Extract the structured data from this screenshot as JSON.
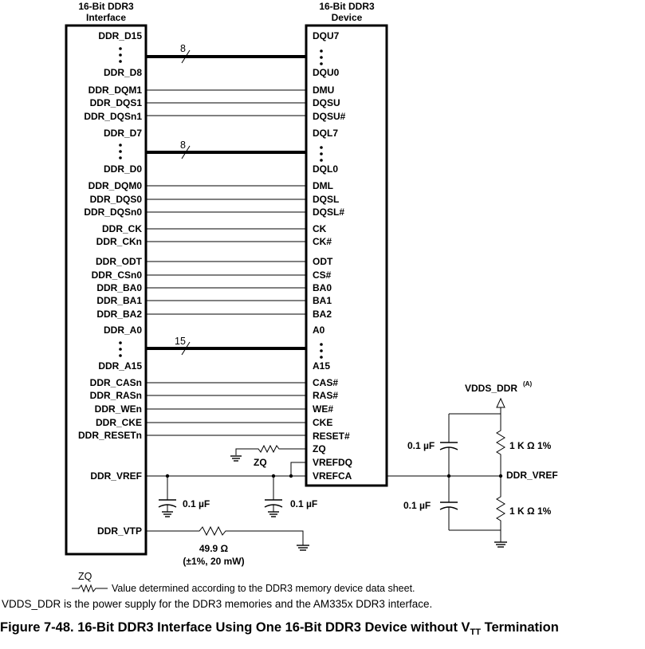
{
  "headers": {
    "left_line1": "16-Bit DDR3",
    "left_line2": "Interface",
    "right_line1": "16-Bit DDR3",
    "right_line2": "Device"
  },
  "left_pins": [
    "DDR_D15",
    "DDR_D8",
    "DDR_DQM1",
    "DDR_DQS1",
    "DDR_DQSn1",
    "DDR_D7",
    "DDR_D0",
    "DDR_DQM0",
    "DDR_DQS0",
    "DDR_DQSn0",
    "DDR_CK",
    "DDR_CKn",
    "DDR_ODT",
    "DDR_CSn0",
    "DDR_BA0",
    "DDR_BA1",
    "DDR_BA2",
    "DDR_A0",
    "DDR_A15",
    "DDR_CASn",
    "DDR_RASn",
    "DDR_WEn",
    "DDR_CKE",
    "DDR_RESETn",
    "DDR_VREF",
    "DDR_VTP"
  ],
  "right_pins": [
    "DQU7",
    "DQU0",
    "DMU",
    "DQSU",
    "DQSU#",
    "DQL7",
    "DQL0",
    "DML",
    "DQSL",
    "DQSL#",
    "CK",
    "CK#",
    "ODT",
    "CS#",
    "BA0",
    "BA1",
    "BA2",
    "A0",
    "A15",
    "CAS#",
    "RAS#",
    "WE#",
    "CKE",
    "RESET#",
    "ZQ",
    "VREFDQ",
    "VREFCA"
  ],
  "bus_widths": [
    "8",
    "8",
    "15"
  ],
  "labels": {
    "zq": "ZQ",
    "cap_left1": "0.1 µF",
    "cap_left2": "0.1 µF",
    "cap_right1": "0.1 µF",
    "cap_right2": "0.1 µF",
    "res_top": "1 K Ω 1%",
    "res_bottom": "1 K Ω 1%",
    "vdds": "VDDS_DDR",
    "vdds_sup": "(A)",
    "ddr_vref_net": "DDR_VREF",
    "vtp_res_value": "49.9 Ω",
    "vtp_res_spec": "(±1%, 20 mW)"
  },
  "legend": {
    "zq_symbol_label": "ZQ",
    "zq_text": "Value determined according to the DDR3 memory device data sheet."
  },
  "footnote": "VDDS_DDR is the power supply for the DDR3 memories and the AM335x DDR3 interface.",
  "caption": {
    "prefix": "Figure 7-48. 16-Bit DDR3 Interface Using One 16-Bit DDR3 Device without V",
    "subscript": "TT",
    "suffix": " Termination"
  }
}
